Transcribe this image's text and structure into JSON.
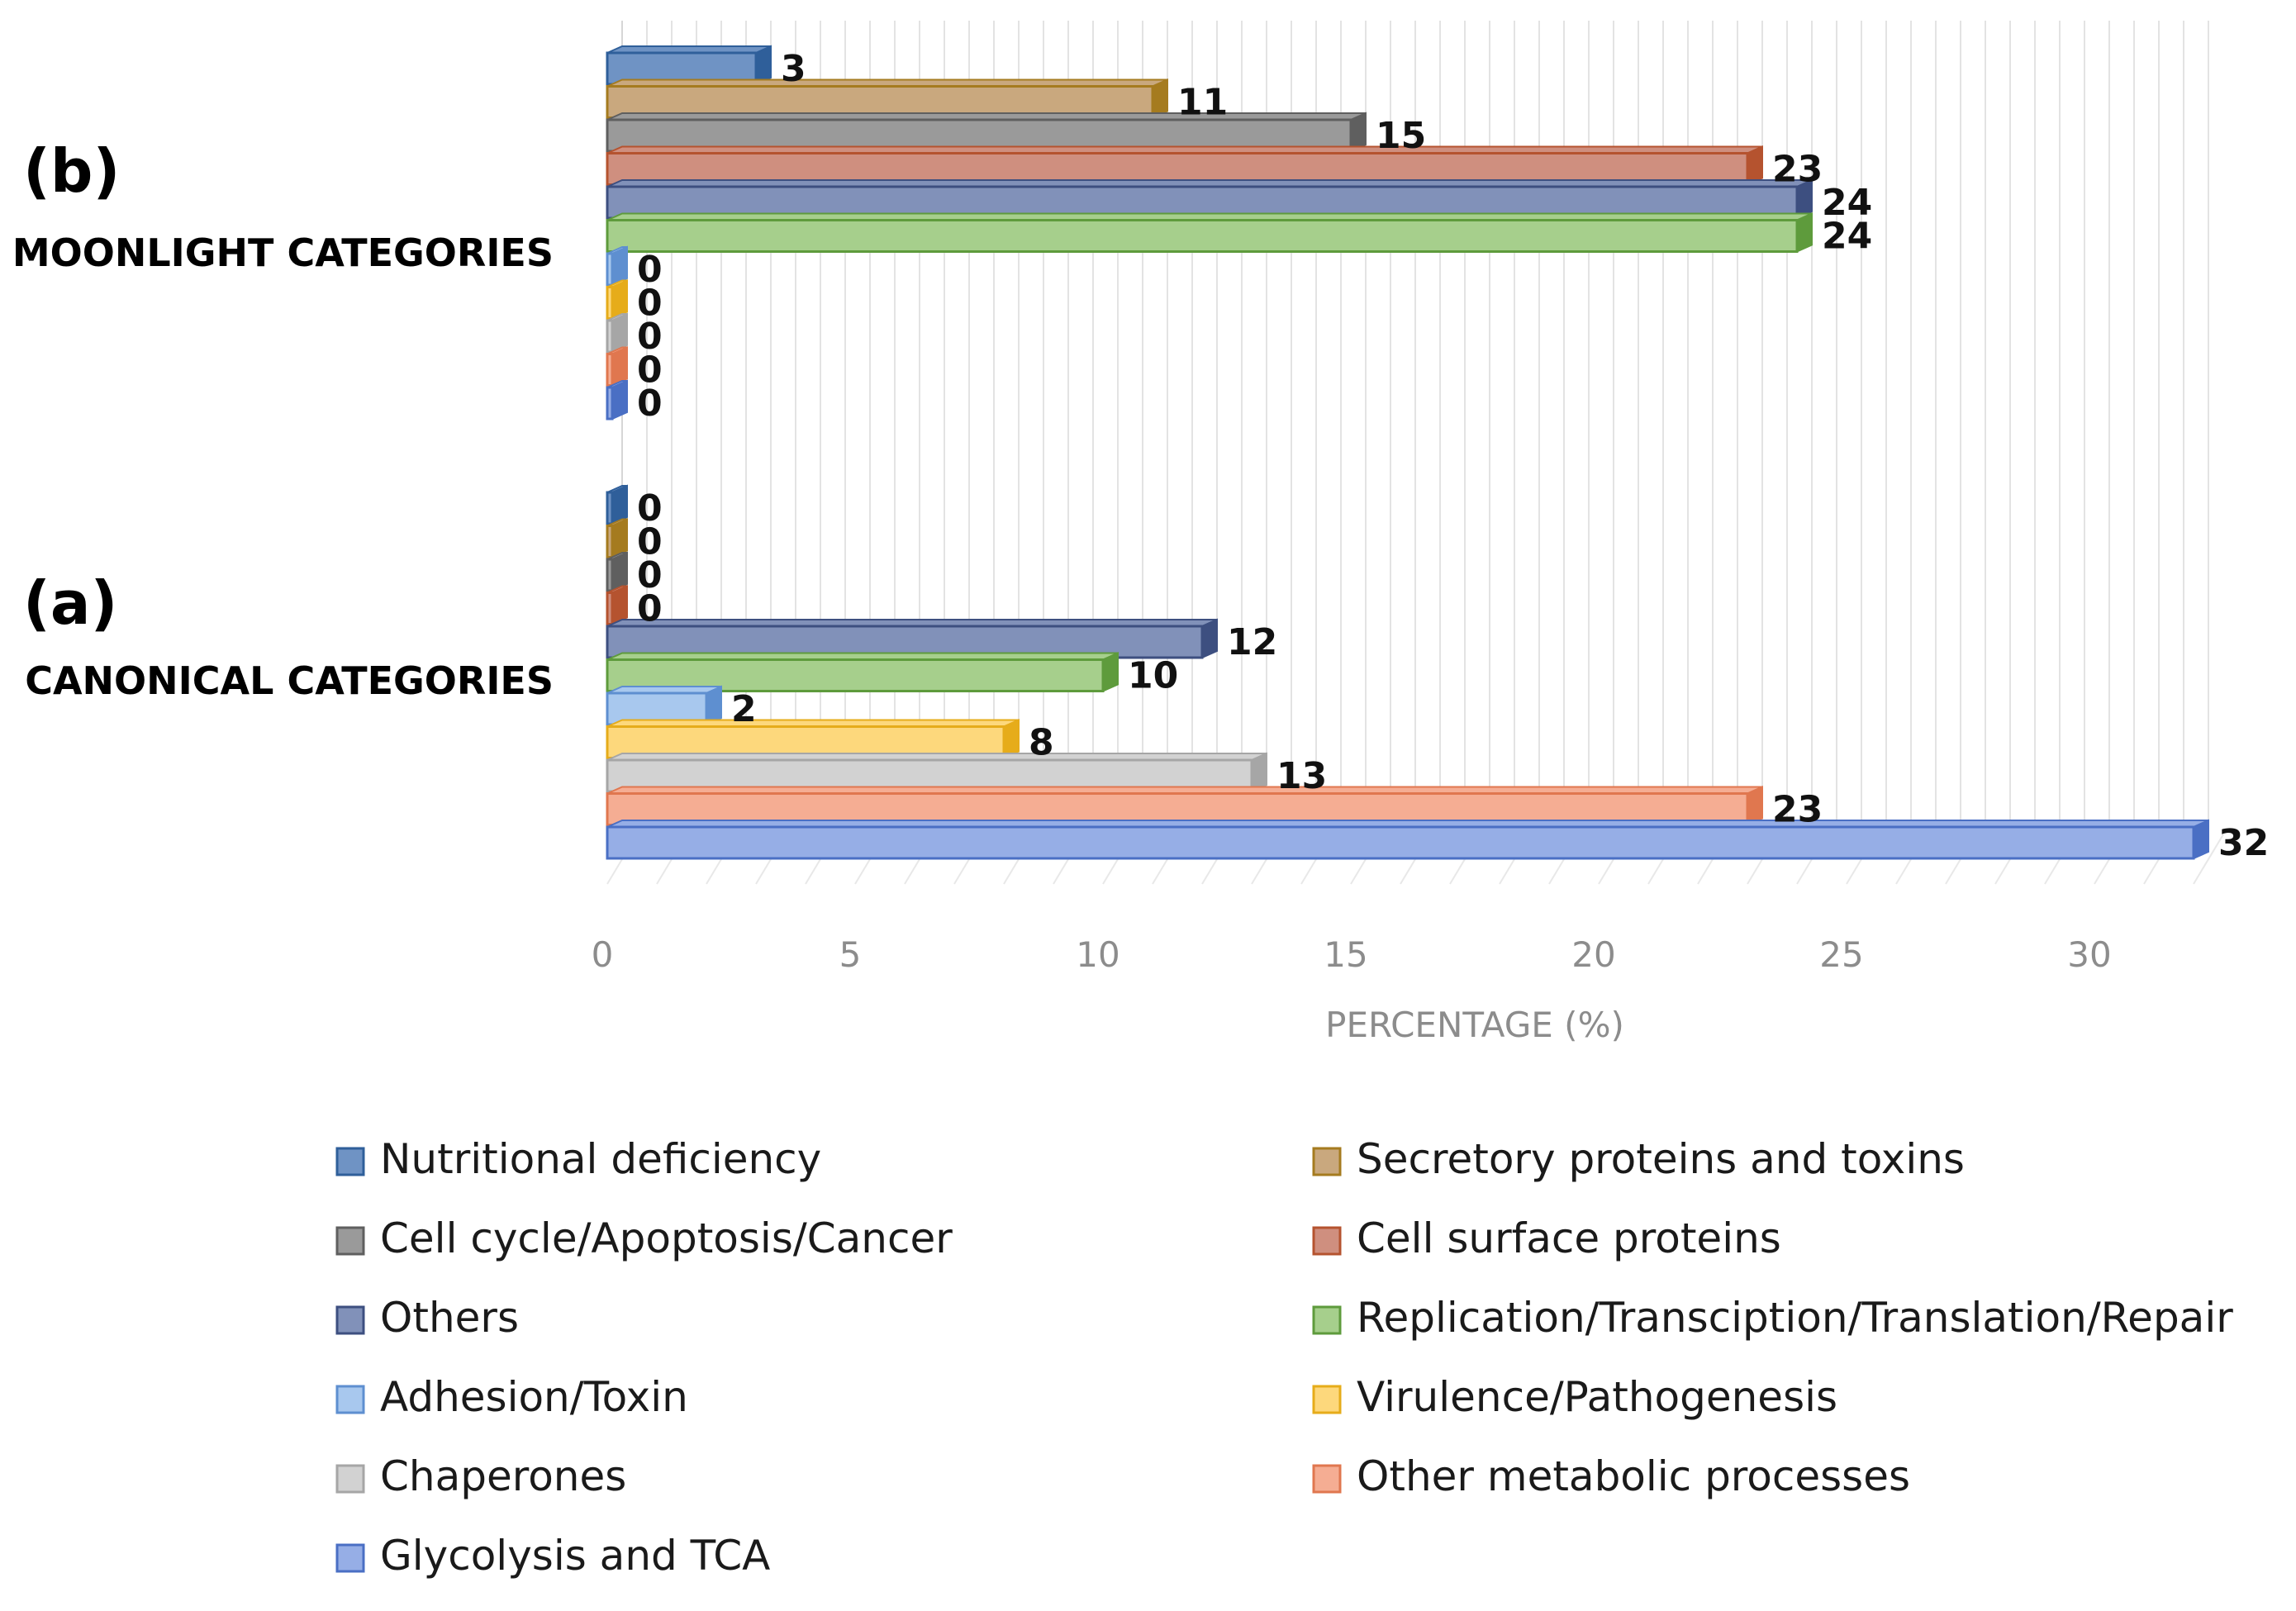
{
  "chart_data": {
    "type": "bar",
    "orientation": "horizontal",
    "xlabel": "PERCENTAGE (%)",
    "xlim": [
      0,
      32
    ],
    "xticks": [
      0,
      5,
      10,
      15,
      20,
      25,
      30
    ],
    "grid": true,
    "legend_position": "bottom",
    "groups": [
      {
        "letter": "(b)",
        "name": "MOONLIGHT CATEGORIES",
        "bars": [
          {
            "series": "Nutritional deficiency",
            "value": 3
          },
          {
            "series": "Secretory proteins and toxins",
            "value": 11
          },
          {
            "series": "Cell cycle/Apoptosis/Cancer",
            "value": 15
          },
          {
            "series": "Cell surface proteins",
            "value": 23
          },
          {
            "series": "Others",
            "value": 24
          },
          {
            "series": "Replication/Transciption/Translation/Repair",
            "value": 24
          },
          {
            "series": "Adhesion/Toxin",
            "value": 0
          },
          {
            "series": "Virulence/Pathogenesis",
            "value": 0
          },
          {
            "series": "Chaperones",
            "value": 0
          },
          {
            "series": "Other metabolic processes",
            "value": 0
          },
          {
            "series": "Glycolysis and TCA",
            "value": 0
          }
        ]
      },
      {
        "letter": "(a)",
        "name": "CANONICAL CATEGORIES",
        "bars": [
          {
            "series": "Nutritional deficiency",
            "value": 0
          },
          {
            "series": "Secretory proteins and toxins",
            "value": 0
          },
          {
            "series": "Cell cycle/Apoptosis/Cancer",
            "value": 0
          },
          {
            "series": "Cell surface proteins",
            "value": 0
          },
          {
            "series": "Others",
            "value": 12
          },
          {
            "series": "Replication/Transciption/Translation/Repair",
            "value": 10
          },
          {
            "series": "Adhesion/Toxin",
            "value": 2
          },
          {
            "series": "Virulence/Pathogenesis",
            "value": 8
          },
          {
            "series": "Chaperones",
            "value": 13
          },
          {
            "series": "Other metabolic processes",
            "value": 23
          },
          {
            "series": "Glycolysis and TCA",
            "value": 32
          }
        ]
      }
    ],
    "series": [
      {
        "name": "Nutritional deficiency",
        "color": "#6f93c4",
        "edge": "#2f5f9a"
      },
      {
        "name": "Secretory proteins and toxins",
        "color": "#c9a87e",
        "edge": "#a57b1f"
      },
      {
        "name": "Cell cycle/Apoptosis/Cancer",
        "color": "#9a9a9a",
        "edge": "#5f5f5f"
      },
      {
        "name": "Cell surface proteins",
        "color": "#cf8f7f",
        "edge": "#b5532f"
      },
      {
        "name": "Others",
        "color": "#8191b9",
        "edge": "#3d4f80"
      },
      {
        "name": "Replication/Transciption/Translation/Repair",
        "color": "#a6cf8c",
        "edge": "#5e9b3c"
      },
      {
        "name": "Adhesion/Toxin",
        "color": "#a8c8ee",
        "edge": "#5e8fd0"
      },
      {
        "name": "Virulence/Pathogenesis",
        "color": "#fdd87c",
        "edge": "#e6ac1a"
      },
      {
        "name": "Chaperones",
        "color": "#d2d2d2",
        "edge": "#a6a6a6"
      },
      {
        "name": "Other metabolic processes",
        "color": "#f5ad93",
        "edge": "#e0774f"
      },
      {
        "name": "Glycolysis and TCA",
        "color": "#96aee6",
        "edge": "#4a6fc4"
      }
    ],
    "legend_order": [
      "Nutritional deficiency",
      "Secretory proteins and toxins",
      "Cell cycle/Apoptosis/Cancer",
      "Cell surface proteins",
      "Others",
      "Replication/Transciption/Translation/Repair",
      "Adhesion/Toxin",
      "Virulence/Pathogenesis",
      "Chaperones",
      "Other metabolic processes",
      "Glycolysis and TCA"
    ]
  }
}
